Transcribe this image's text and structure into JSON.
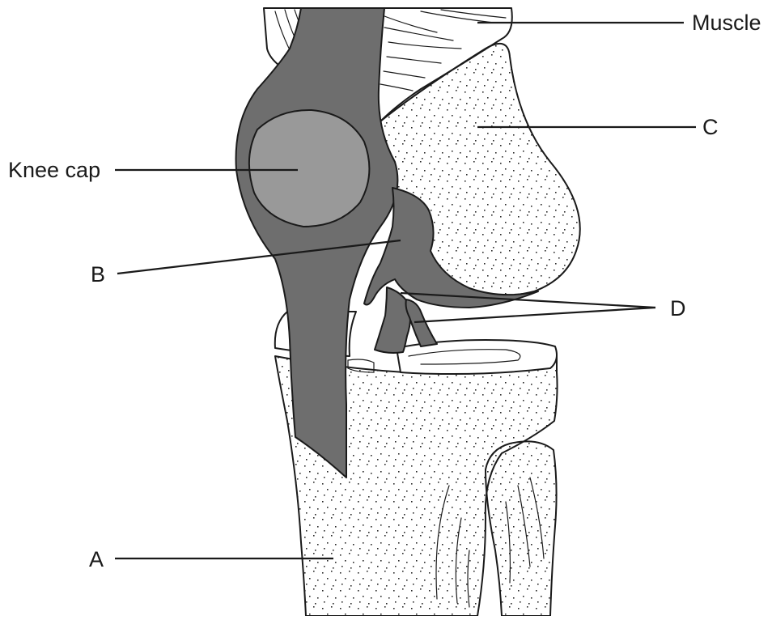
{
  "labels": {
    "muscle": "Muscle",
    "c": "C",
    "knee_cap": "Knee cap",
    "b": "B",
    "d": "D",
    "a": "A"
  },
  "colors": {
    "ligament_dark": "#6e6e6e",
    "kneecap_fill": "#999999",
    "bone_fill": "#ffffff",
    "line": "#1a1a1a",
    "stipple": "#2a2a2a"
  }
}
